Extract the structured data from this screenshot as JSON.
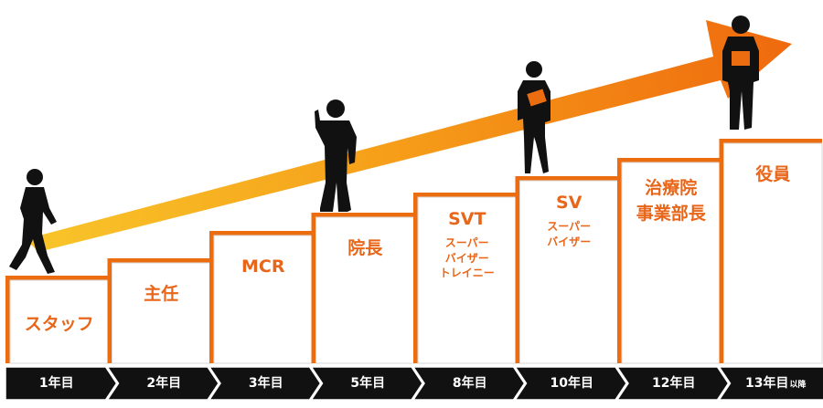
{
  "colors": {
    "accent_orange": "#ec6d10",
    "label_orange": "#e8661a",
    "arrow_start": "#f8c52a",
    "arrow_end": "#ef6a0e",
    "timeline_bg": "#111111",
    "timeline_text": "#ffffff",
    "silhouette": "#111111"
  },
  "steps": [
    {
      "title": "スタッフ",
      "sub": []
    },
    {
      "title": "主任",
      "sub": []
    },
    {
      "title": "MCR",
      "sub": []
    },
    {
      "title": "院長",
      "sub": []
    },
    {
      "title": "SVT",
      "sub": [
        "スーパー",
        "バイザー",
        "トレイニー"
      ]
    },
    {
      "title": "SV",
      "sub": [
        "スーパー",
        "バイザー"
      ]
    },
    {
      "title": "治療院",
      "title2": "事業部長",
      "sub": []
    },
    {
      "title": "役員",
      "sub": []
    }
  ],
  "timeline": [
    {
      "label": "1年目"
    },
    {
      "label": "2年目"
    },
    {
      "label": "3年目"
    },
    {
      "label": "5年目"
    },
    {
      "label": "8年目"
    },
    {
      "label": "10年目"
    },
    {
      "label": "12年目"
    },
    {
      "label": "13年目",
      "suffix": "以降"
    }
  ],
  "figures": [
    "walking-man-icon",
    "pointing-man-icon",
    "clipboard-man-icon",
    "executive-man-icon"
  ]
}
